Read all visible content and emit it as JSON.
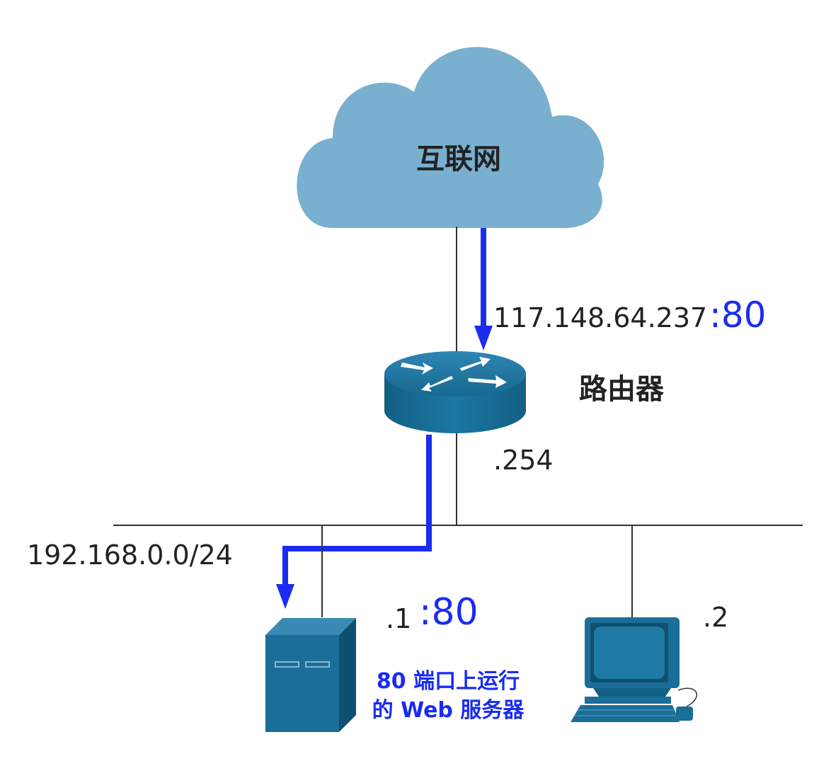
{
  "cloud": {
    "label": "互联网"
  },
  "router": {
    "name": "路由器",
    "wan_ip": "117.148.64.237",
    "wan_port": ":80",
    "lan_ip": ".254"
  },
  "network": {
    "subnet": "192.168.0.0/24"
  },
  "server": {
    "ip": ".1",
    "port": ":80",
    "caption_line1": "80 端口上运行",
    "caption_line2": "的 Web 服务器"
  },
  "workstation": {
    "ip": ".2"
  },
  "colors": {
    "cloud": "#79b0cf",
    "device": "#1a6e98",
    "device_dark": "#0f4f70",
    "flow": "#1a2cf0",
    "line": "#333333",
    "text": "#222222"
  },
  "icons": [
    "cloud-icon",
    "router-icon",
    "server-icon",
    "computer-icon"
  ]
}
